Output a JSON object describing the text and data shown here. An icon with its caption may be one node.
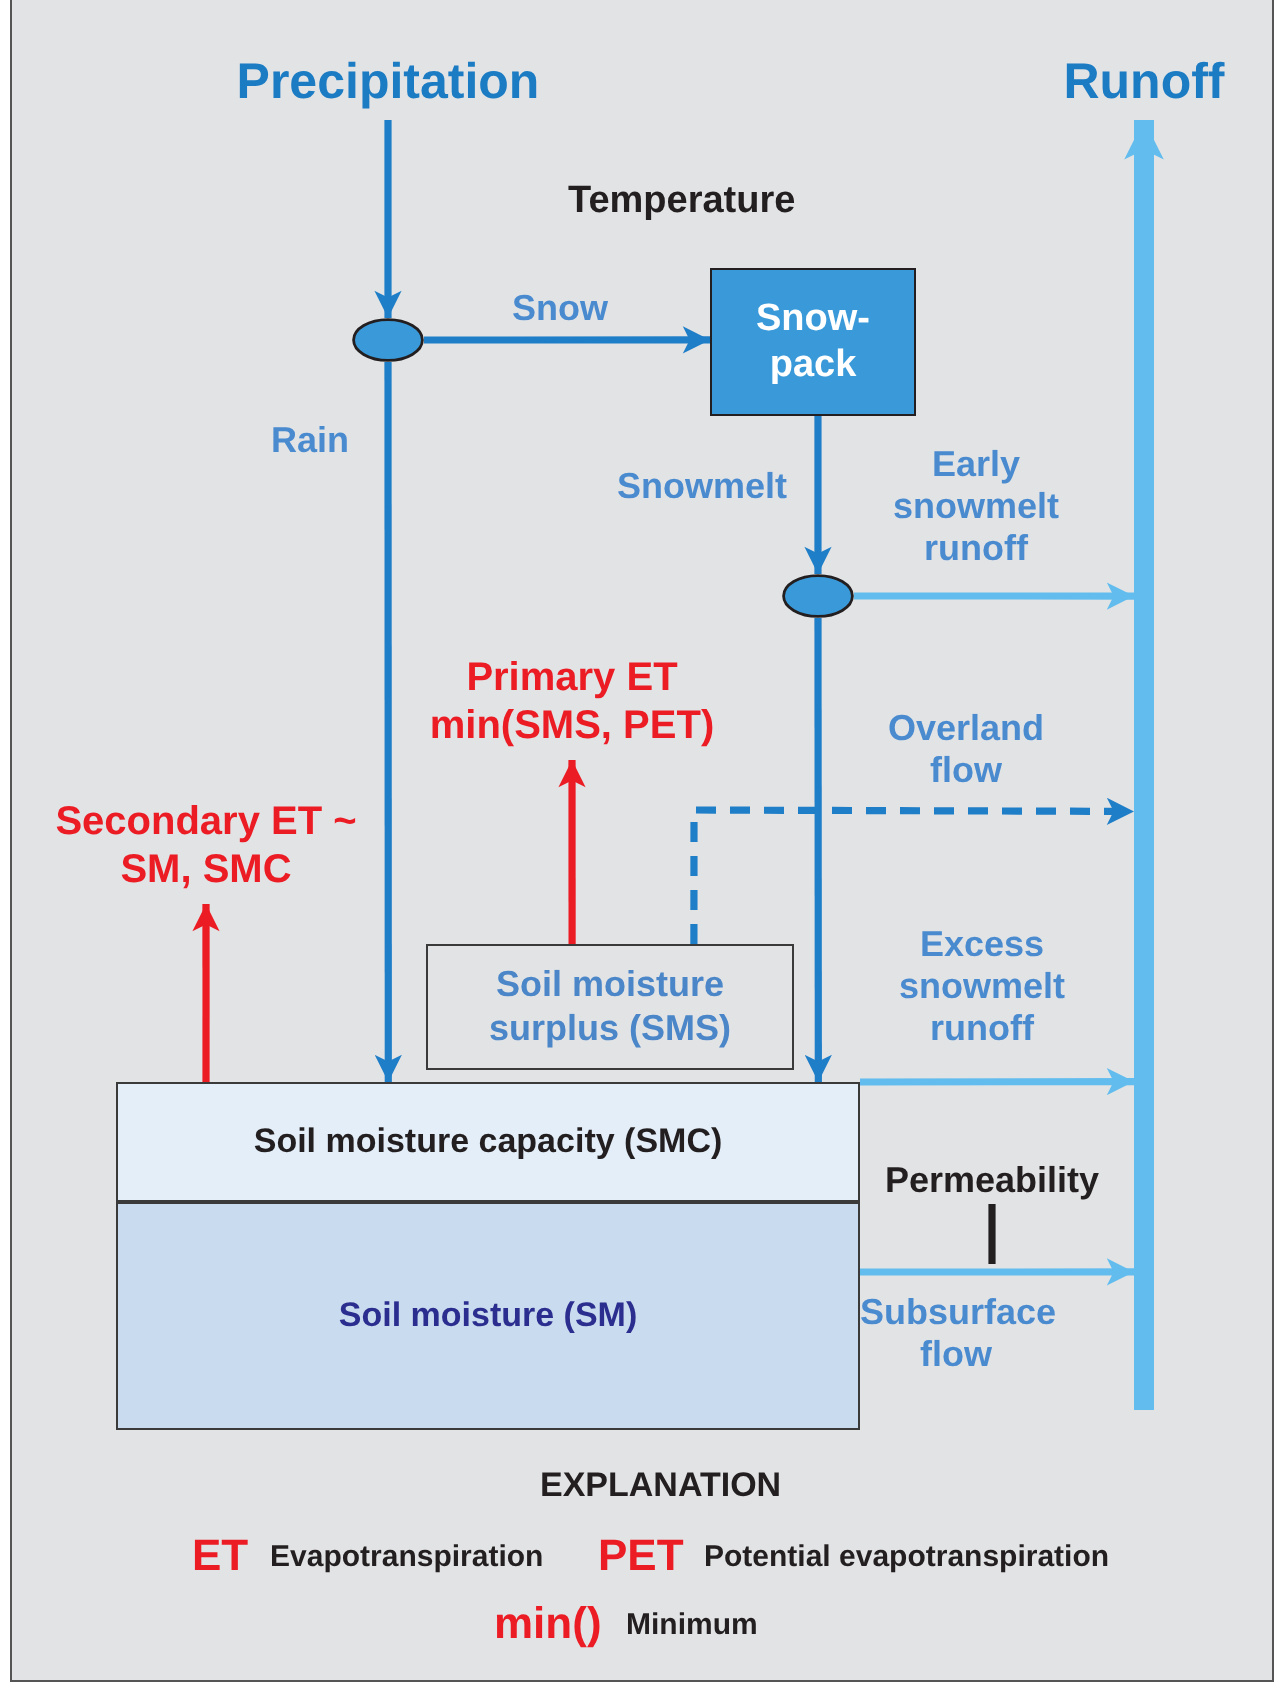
{
  "diagram": {
    "nodes": [
      {
        "text": [
          "Precipitation"
        ]
      },
      {
        "text": [
          "Runoff"
        ]
      },
      {
        "text": [],
        "shape": "ellipse"
      },
      {
        "text": [
          "Snow- pack"
        ]
      },
      {
        "text": [],
        "shape": "ellipse"
      },
      {
        "text": [
          "Soil moisture surplus (SMS)"
        ]
      },
      {
        "text": [
          "Soil moisture capacity (SMC)"
        ]
      },
      {
        "text": [
          "Soil moisture (SM)"
        ]
      },
      {
        "text": [
          "Secondary ET ~ SM, SMC"
        ]
      },
      {
        "text": [
          "Primary ET min(SMS, PET)"
        ]
      },
      {
        "text": [],
        "shape": "bar"
      },
      {
        "text": [
          "Permeability"
        ]
      }
    ],
    "edges": [
      {
        "from": 0,
        "to": 2,
        "arrow": "to"
      },
      {
        "from": 2,
        "to": 3,
        "arrow": "to",
        "label": "Snow"
      },
      {
        "from": 2,
        "to": 6,
        "arrow": "to",
        "label": "Rain"
      },
      {
        "from": 3,
        "to": 4,
        "arrow": "to",
        "label": "Snowmelt"
      },
      {
        "from": 4,
        "to": 10,
        "arrow": "to",
        "label": "Early snowmelt runoff",
        "color": "#62bdee"
      },
      {
        "from": 4,
        "to": 6,
        "arrow": "to"
      },
      {
        "from": 5,
        "to": 10,
        "arrow": "to",
        "label": "Overland flow",
        "style": "dashed"
      },
      {
        "from": 6,
        "to": 10,
        "arrow": "to",
        "label": "Excess snowmelt runoff",
        "color": "#62bdee"
      },
      {
        "from": 7,
        "to": 10,
        "arrow": "to",
        "label": "Subsurface flow",
        "color": "#62bdee"
      },
      {
        "from": 10,
        "to": 1,
        "arrow": "to",
        "style": "thick",
        "color": "#62bdee"
      },
      {
        "from": 5,
        "to": 9,
        "arrow": "to",
        "color": "#ec1c24"
      },
      {
        "from": 6,
        "to": 8,
        "arrow": "to",
        "color": "#ec1c24"
      },
      {
        "from": 11,
        "to": null,
        "arrow": "none",
        "color": "#231f20"
      }
    ],
    "labels": [
      "Temperature",
      "EXPLANATION",
      "ET",
      "Evapotranspiration",
      "PET",
      "Potential evapotranspiration",
      "min()",
      "Minimum"
    ]
  }
}
